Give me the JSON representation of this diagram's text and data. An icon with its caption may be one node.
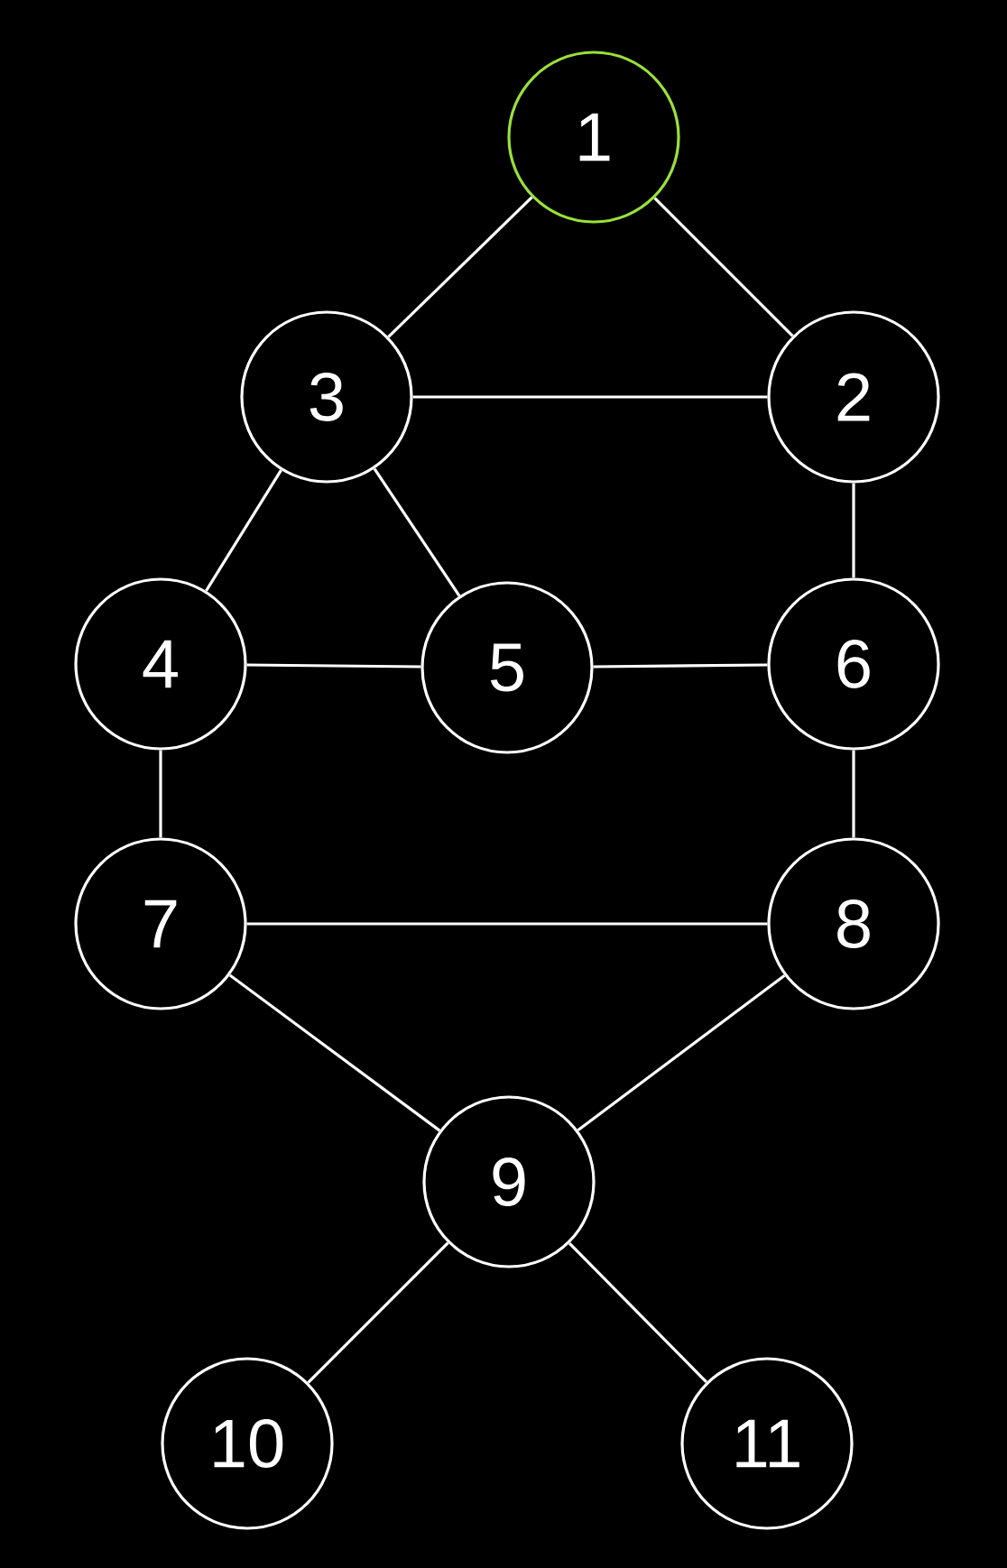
{
  "diagram": {
    "nodes": [
      {
        "text": [
          "1"
        ]
      },
      {
        "text": [
          "3"
        ]
      },
      {
        "text": [
          "2"
        ]
      },
      {
        "text": [
          "4"
        ]
      },
      {
        "text": [
          "5"
        ]
      },
      {
        "text": [
          "6"
        ]
      },
      {
        "text": [
          "7"
        ]
      },
      {
        "text": [
          "8"
        ]
      },
      {
        "text": [
          "9"
        ]
      },
      {
        "text": [
          "10"
        ]
      },
      {
        "text": [
          "11"
        ]
      }
    ],
    "edges": [
      {
        "from": 0,
        "to": 1,
        "arrow": "none"
      },
      {
        "from": 0,
        "to": 2,
        "arrow": "none"
      },
      {
        "from": 1,
        "to": 2,
        "arrow": "none"
      },
      {
        "from": 1,
        "to": 3,
        "arrow": "none"
      },
      {
        "from": 1,
        "to": 4,
        "arrow": "none"
      },
      {
        "from": 2,
        "to": 5,
        "arrow": "none"
      },
      {
        "from": 3,
        "to": 4,
        "arrow": "none"
      },
      {
        "from": 4,
        "to": 5,
        "arrow": "none"
      },
      {
        "from": 3,
        "to": 6,
        "arrow": "none"
      },
      {
        "from": 5,
        "to": 7,
        "arrow": "none"
      },
      {
        "from": 6,
        "to": 7,
        "arrow": "none"
      },
      {
        "from": 6,
        "to": 8,
        "arrow": "none"
      },
      {
        "from": 7,
        "to": 8,
        "arrow": "none"
      },
      {
        "from": 8,
        "to": 9,
        "arrow": "none"
      },
      {
        "from": 8,
        "to": 10,
        "arrow": "none"
      }
    ]
  }
}
